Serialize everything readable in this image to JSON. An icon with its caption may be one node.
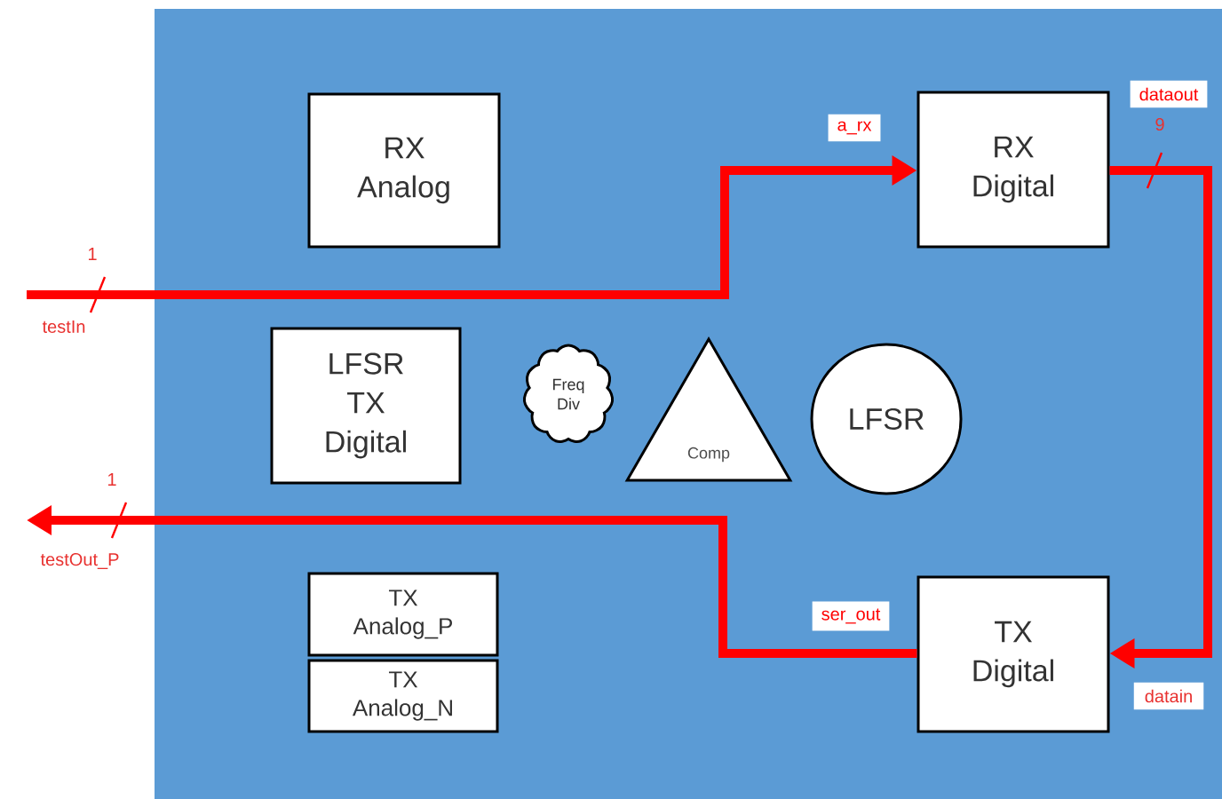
{
  "diagram": {
    "nodes": [
      {
        "text": [
          "RX Analog"
        ]
      },
      {
        "text": [
          "RX Digital"
        ]
      },
      {
        "text": [
          "LFSR TX Digital"
        ]
      },
      {
        "text": [
          "Freq Div"
        ]
      },
      {
        "text": [
          "Comp"
        ]
      },
      {
        "text": [
          "LFSR"
        ]
      },
      {
        "text": [
          "TX Digital"
        ]
      },
      {
        "text": [
          "TX Analog_P"
        ]
      },
      {
        "text": [
          "TX Analog_N"
        ]
      }
    ],
    "edges": [
      {
        "from": null,
        "to": 1,
        "arrow": "to",
        "label": "a_rx"
      },
      {
        "from": 1,
        "to": 6,
        "arrow": "to",
        "label": "dataout"
      },
      {
        "from": 6,
        "to": null,
        "arrow": "to",
        "label": "ser_out"
      }
    ],
    "labels": [
      "1",
      "testIn",
      "9",
      "datain",
      "1",
      "testOut_P"
    ]
  }
}
